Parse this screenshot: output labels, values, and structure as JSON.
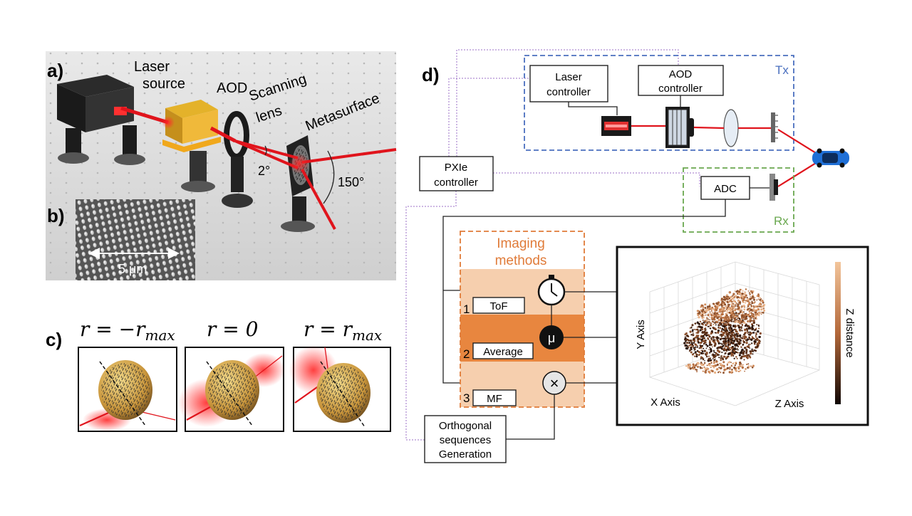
{
  "panel_a": {
    "label": "a)",
    "laser_source": [
      "Laser",
      "source"
    ],
    "aod": "AOD",
    "scanning_lens": [
      "Scanning",
      "lens"
    ],
    "metasurface": "Metasurface",
    "angle_small": "2°",
    "angle_large": "150°"
  },
  "panel_b": {
    "label": "b)",
    "scale": "5 μm"
  },
  "panel_c": {
    "label": "c)",
    "titles": [
      "r = −r",
      "r = 0",
      "r = r"
    ],
    "subscript": "max"
  },
  "panel_d": {
    "label": "d)",
    "tx_label": "Tx",
    "rx_label": "Rx",
    "laser_controller": [
      "Laser",
      "controller"
    ],
    "aod_controller": [
      "AOD",
      "controller"
    ],
    "pxie_controller": [
      "PXIe",
      "controller"
    ],
    "adc": "ADC",
    "imaging_methods": [
      "Imaging",
      "methods"
    ],
    "methods": [
      {
        "num": "1",
        "label": "ToF"
      },
      {
        "num": "2",
        "label": "Average"
      },
      {
        "num": "3",
        "label": "MF"
      }
    ],
    "mu_symbol": "μ",
    "multiply_symbol": "×",
    "orthogonal": [
      "Orthogonal",
      "sequences",
      "Generation"
    ],
    "plot": {
      "x_axis": "X Axis",
      "y_axis": "Y Axis",
      "z_axis": "Z Axis",
      "colorbar_label": "Z distance"
    }
  },
  "colors": {
    "tx_border": "#4a6fbf",
    "rx_border": "#6aa84f",
    "imaging_border": "#e07b39",
    "laser": "#e0141c",
    "row_light": "#f6cfae",
    "row_mid": "#f0a774",
    "row_dark": "#e8863f"
  }
}
